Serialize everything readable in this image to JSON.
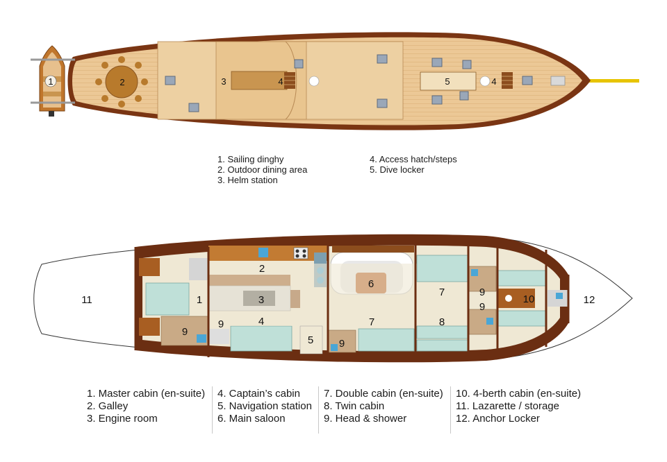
{
  "upper_deck": {
    "markers": [
      "1",
      "2",
      "3",
      "4",
      "5",
      "4"
    ],
    "legend_left": [
      "1. Sailing dinghy",
      "2. Outdoor dining area",
      "3. Helm station"
    ],
    "legend_right": [
      "4. Access hatch/steps",
      "5. Dive locker"
    ]
  },
  "lower_deck": {
    "markers": [
      "11",
      "1",
      "2",
      "3",
      "4",
      "5",
      "6",
      "7",
      "7",
      "8",
      "9",
      "9",
      "9",
      "9",
      "9",
      "10",
      "12"
    ],
    "legend_col1": [
      "1. Master cabin (en-suite)",
      "2. Galley",
      "3. Engine room"
    ],
    "legend_col2": [
      "4. Captain’s cabin",
      "5. Navigation station",
      "6. Main saloon"
    ],
    "legend_col3": [
      "7. Double cabin (en-suite)",
      "8. Twin cabin",
      "9. Head & shower"
    ],
    "legend_col4": [
      "10. 4-berth cabin (en-suite)",
      "11. Lazarette / storage",
      "12. Anchor Locker"
    ]
  },
  "colors": {
    "deck_wood": "#e8c28f",
    "hull_dark": "#6b2e12",
    "floor": "#ede6d2",
    "berth": "#bfe0d8",
    "accent_dark_wood": "#a4652a"
  }
}
